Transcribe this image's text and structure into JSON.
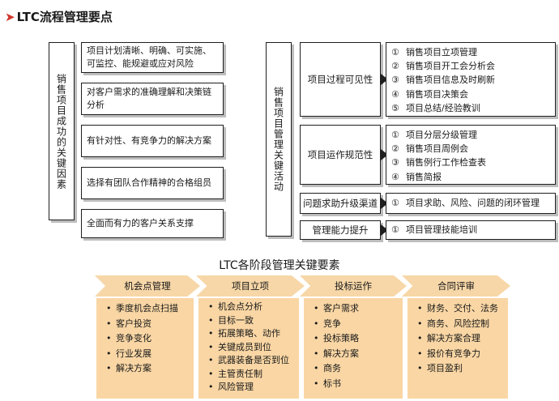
{
  "title": {
    "arrow": "➤",
    "text": "LTC流程管理要点"
  },
  "left": {
    "vertical_label": "销售项目成功的关键因素",
    "factors": [
      "项目计划清晰、明确、可实施、可监控、能规避或应对风险",
      "对客户需求的准确理解和决策链分析",
      "有针对性、有竞争力的解决方案",
      "选择有团队合作精神的合格组员",
      "全面而有力的客户关系支撑"
    ]
  },
  "right": {
    "vertical_label": "销售项目管理关键活动",
    "categories": [
      {
        "label": "项目过程可见性",
        "items": [
          {
            "num": "①",
            "text": "销售项目立项管理"
          },
          {
            "num": "②",
            "text": "销售项目开工会分析会"
          },
          {
            "num": "③",
            "text": "销售项目信息及时刷新"
          },
          {
            "num": "④",
            "text": "销售项目决策会"
          },
          {
            "num": "⑤",
            "text": "项目总结/经验教训"
          }
        ]
      },
      {
        "label": "项目运作规范性",
        "items": [
          {
            "num": "①",
            "text": "项目分层分级管理"
          },
          {
            "num": "②",
            "text": "销售项目周例会"
          },
          {
            "num": "③",
            "text": "销售例行工作检查表"
          },
          {
            "num": "④",
            "text": "销售简报"
          }
        ]
      },
      {
        "label": "问题求助升级渠道",
        "items": [
          {
            "num": "①",
            "text": "项目求助、风险、问题的闭环管理"
          }
        ]
      },
      {
        "label": "管理能力提升",
        "items": [
          {
            "num": "①",
            "text": "项目管理技能培训"
          }
        ]
      }
    ]
  },
  "stages": {
    "title": "LTC各阶段管理关键要素",
    "bullet": "•",
    "colors": {
      "chevron": "#f7d7a8",
      "column": "#f9d6a4"
    },
    "items": [
      {
        "name": "机会点管理",
        "items": [
          "季度机会点扫描",
          "客户投资",
          "竞争变化",
          "行业发展",
          "解决方案"
        ]
      },
      {
        "name": "项目立项",
        "items": [
          "机会点分析",
          "目标一致",
          "拓展策略、动作",
          "关键成员到位",
          "武器装备是否到位",
          "主管责任制",
          "风险管理"
        ]
      },
      {
        "name": "投标运作",
        "items": [
          "客户需求",
          "竞争",
          "投标策略",
          "解决方案",
          "商务",
          "标书"
        ]
      },
      {
        "name": "合同评审",
        "items": [
          "财务、交付、法务",
          "商务、风险控制",
          "解决方案合理",
          "报价有竞争力",
          "项目盈利"
        ]
      }
    ]
  }
}
